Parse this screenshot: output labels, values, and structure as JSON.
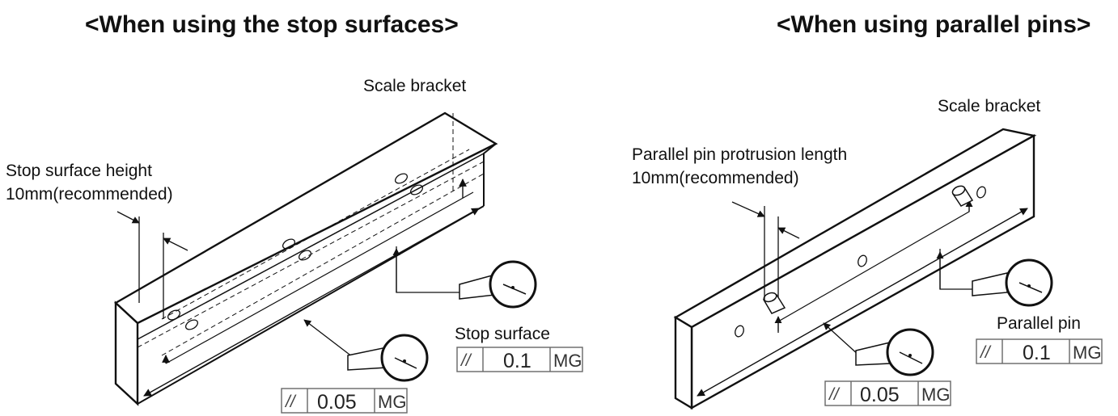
{
  "left": {
    "title": "<When using the stop surfaces>",
    "bracket_label": "Scale bracket",
    "height_label_line1": "Stop surface height",
    "height_label_line2": "10mm(recommended)",
    "stop_surface_label": "Stop surface",
    "tol_top": {
      "symbol": "//",
      "value": "0.1",
      "datum": "MG"
    },
    "tol_bottom": {
      "symbol": "//",
      "value": "0.05",
      "datum": "MG"
    }
  },
  "right": {
    "title": "<When using parallel pins>",
    "bracket_label": "Scale bracket",
    "protrusion_label_line1": "Parallel pin protrusion length",
    "protrusion_label_line2": "10mm(recommended)",
    "pin_label": "Parallel pin",
    "tol_top": {
      "symbol": "//",
      "value": "0.1",
      "datum": "MG"
    },
    "tol_bottom": {
      "symbol": "//",
      "value": "0.05",
      "datum": "MG"
    }
  }
}
